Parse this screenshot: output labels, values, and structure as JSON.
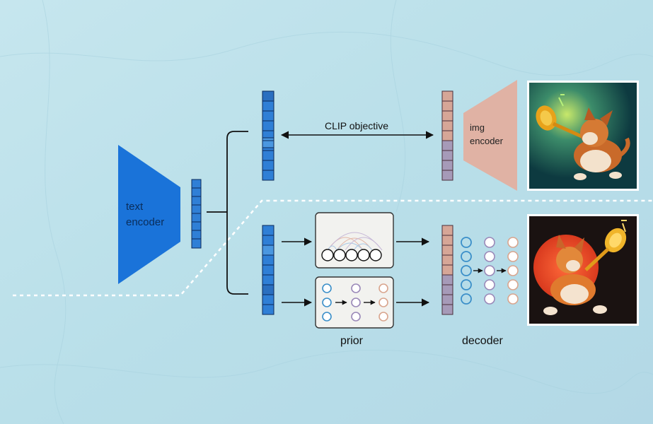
{
  "labels": {
    "text_encoder_line1": "text",
    "text_encoder_line2": "encoder",
    "clip_objective": "CLIP objective",
    "img_encoder_line1": "img",
    "img_encoder_line2": "encoder",
    "prior": "prior",
    "decoder": "decoder"
  },
  "images": {
    "top": "corgi playing trumpet (teal background)",
    "bottom": "corgi playing trumpet (red sun background)"
  },
  "colors": {
    "background": "#bfe3ec",
    "text_encoder": "#1a73d9",
    "text_vector_cell": "#2f7fd6",
    "image_vector_cell_warm": "#d6a697",
    "image_vector_cell_cool": "#a69ab8",
    "img_encoder": "#e0b2a4",
    "line": "#111111",
    "node_blue": "#3b8fc9",
    "node_purple": "#9a88b8",
    "node_peach": "#d9a58e"
  }
}
